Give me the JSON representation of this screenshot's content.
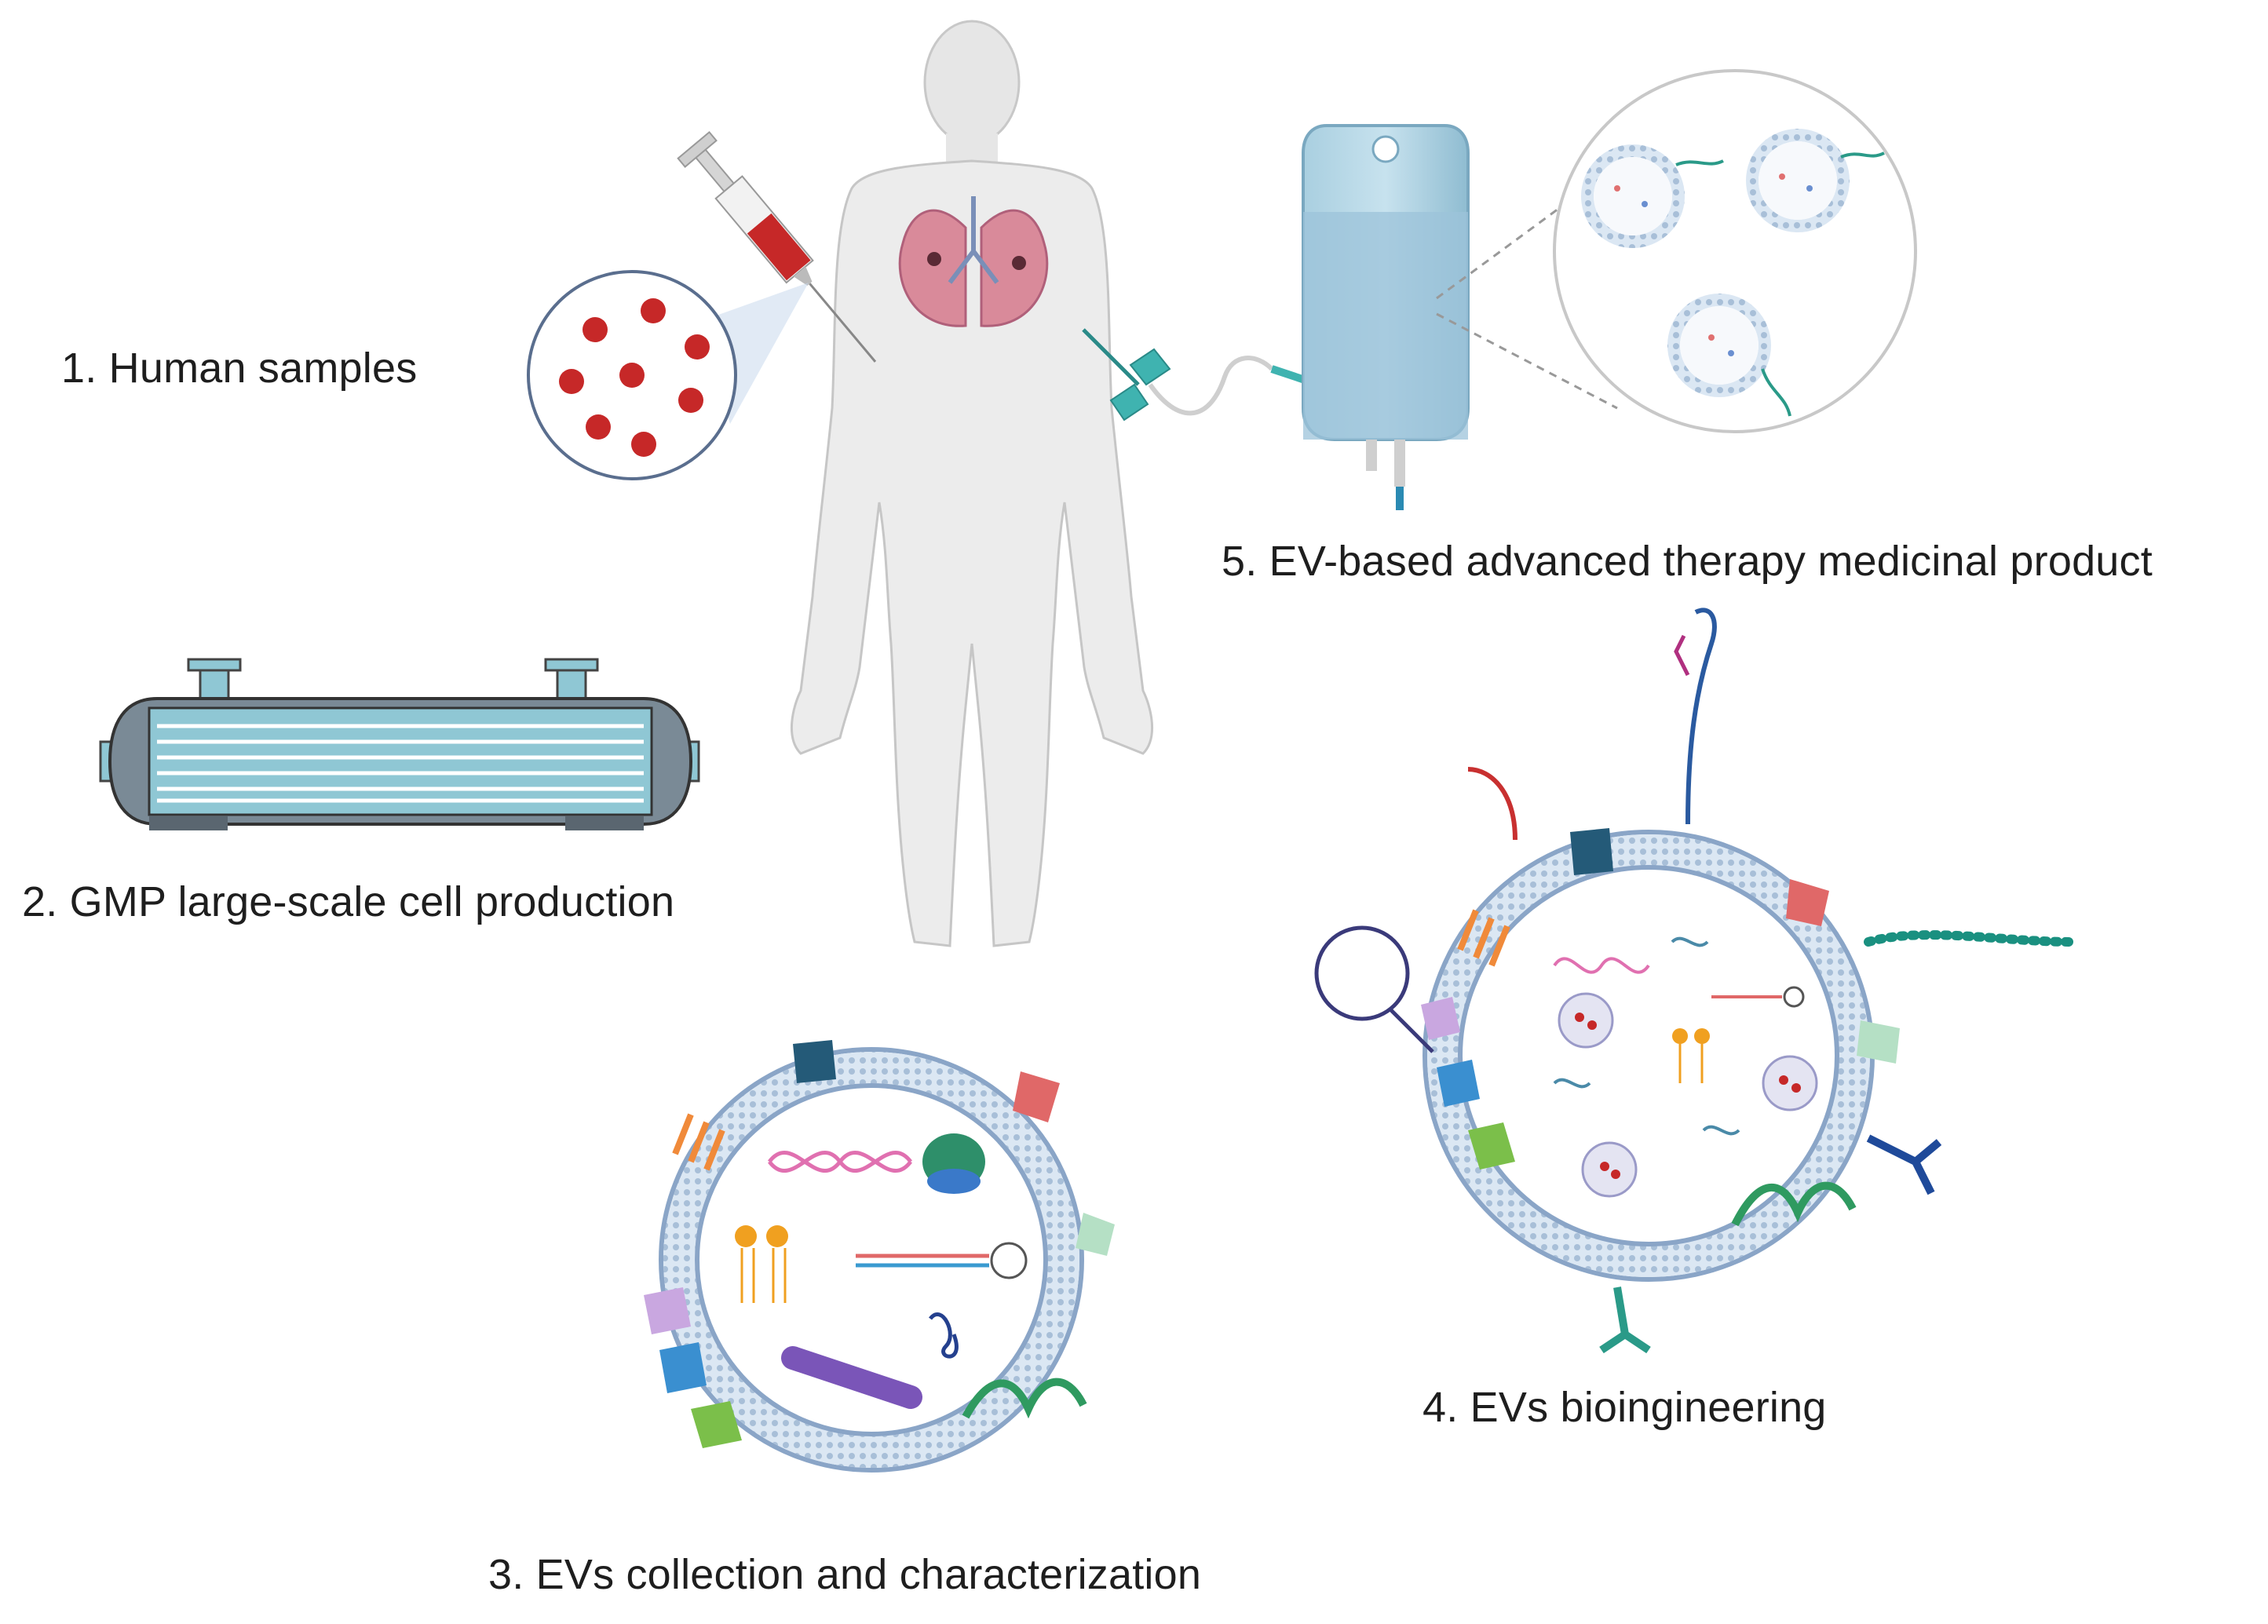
{
  "labels": {
    "step1": "1.  Human samples",
    "step2": "2. GMP large-scale cell production",
    "step3": "3. EVs collection and characterization",
    "step4": "4. EVs bioingineering",
    "step5": "5. EV-based advanced therapy medicinal product"
  },
  "icons": {
    "human_body": "human-body-icon",
    "lungs": "lungs-icon",
    "syringe": "syringe-icon",
    "blood_cells_magnifier": "blood-cells-magnifier-icon",
    "bioreactor": "hollow-fiber-bioreactor-icon",
    "iv_bag": "iv-bag-icon",
    "butterfly_needle": "butterfly-needle-icon",
    "ev_magnifier": "ev-magnifier-icon",
    "extracellular_vesicle": "extracellular-vesicle-icon",
    "engineered_vesicle": "engineered-vesicle-icon"
  },
  "colors": {
    "body": "#e8e8e8",
    "lungs": "#d98a9a",
    "blood": "#c62828",
    "membrane": "#c9d9ec",
    "iv_fluid": "#9cc3d9",
    "bioreactor_shell": "#8fc7d4"
  }
}
